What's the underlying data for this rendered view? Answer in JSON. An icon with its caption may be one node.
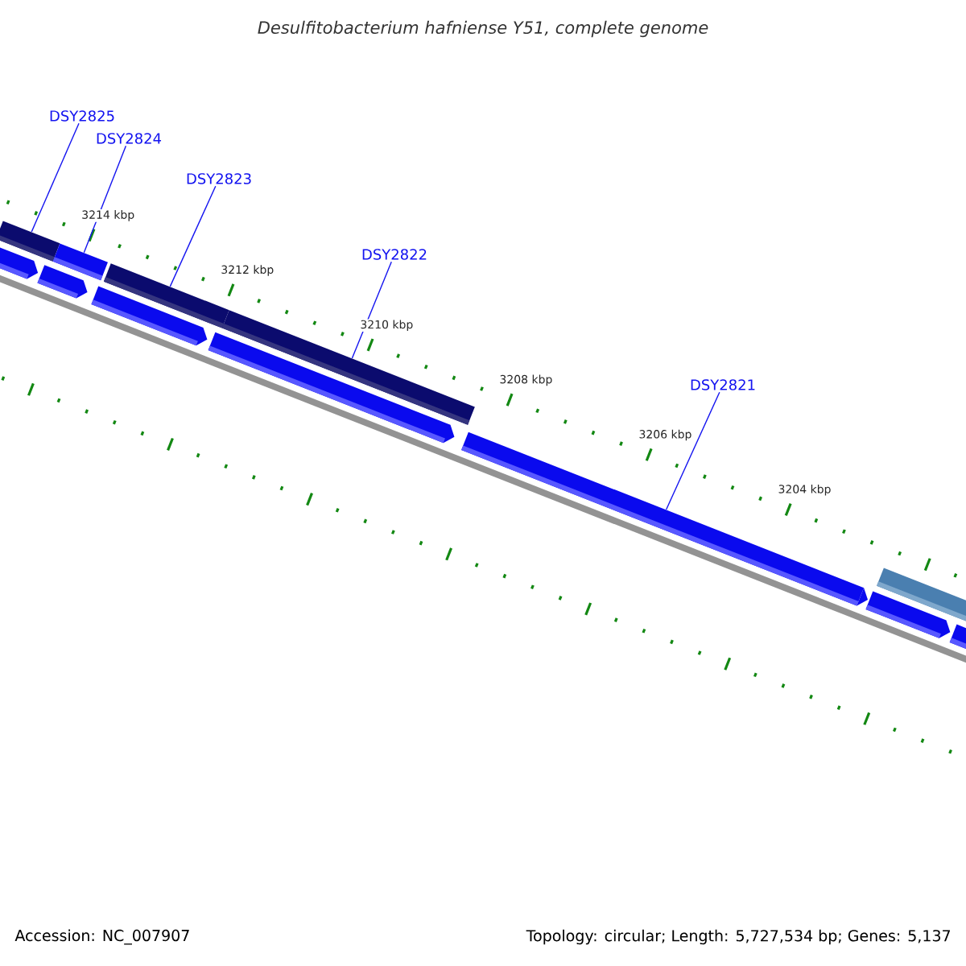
{
  "diagram": {
    "title": "Desulfitobacterium hafniense Y51, complete genome",
    "nodes": [
      {
        "text": [
          "DSY2825"
        ]
      },
      {
        "text": [
          "DSY2824"
        ]
      },
      {
        "text": [
          "DSY2823"
        ]
      },
      {
        "text": [
          "DSY2822"
        ]
      },
      {
        "text": [
          "DSY2821"
        ]
      },
      {
        "text": [],
        "shape": "bar"
      },
      {
        "text": [],
        "shape": "bar"
      },
      {
        "text": [],
        "shape": "bar"
      },
      {
        "text": [],
        "shape": "bar"
      },
      {
        "text": [],
        "shape": "arrow"
      }
    ],
    "edges": [
      {
        "from": 0,
        "to": 5,
        "arrow": "none"
      },
      {
        "from": 1,
        "to": 6,
        "arrow": "none"
      },
      {
        "from": 2,
        "to": 7,
        "arrow": "none"
      },
      {
        "from": 3,
        "to": 8,
        "arrow": "none"
      },
      {
        "from": 4,
        "to": 9,
        "arrow": "none"
      }
    ],
    "labels": [
      "3214 kbp",
      "3212 kbp",
      "3210 kbp",
      "3208 kbp",
      "3206 kbp",
      "3204 kbp",
      "Accession: NC_007907",
      "Topology: circular; Length: 5,727,534 bp; Genes: 5,137"
    ]
  }
}
